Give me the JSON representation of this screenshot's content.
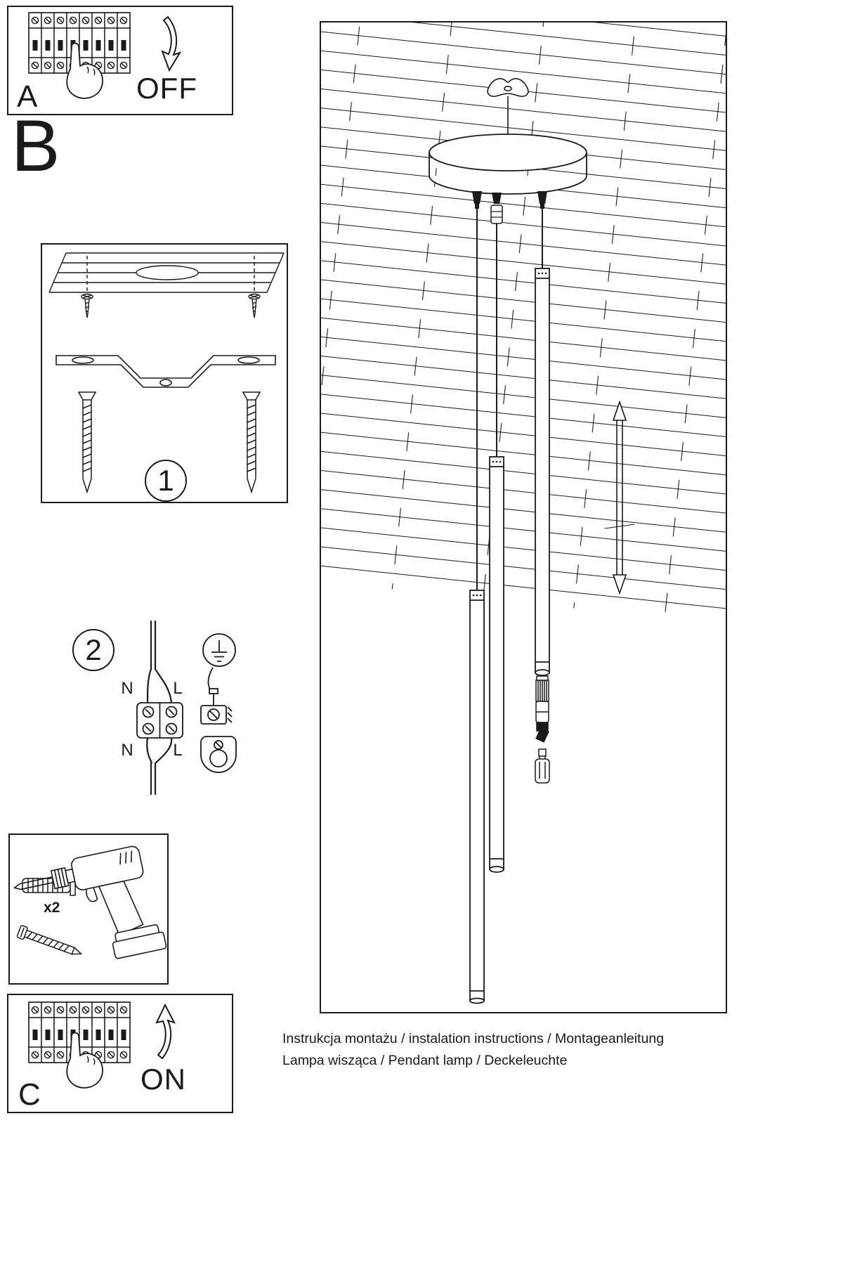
{
  "panel_a": {
    "letter": "A",
    "switch_state": "OFF"
  },
  "section_b": {
    "letter": "B"
  },
  "step1": {
    "number": "1"
  },
  "step2": {
    "number": "2",
    "labels": {
      "n_top": "N",
      "l_top": "L",
      "n_bottom": "N",
      "l_bottom": "L"
    }
  },
  "tools": {
    "anchors_quantity": "x2"
  },
  "panel_c": {
    "letter": "C",
    "switch_state": "ON"
  },
  "captions": {
    "line1": "Instrukcja montażu / instalation instructions / Montageanleitung",
    "line2": "Lampa wisząca / Pendant lamp / Deckeleuchte"
  },
  "colors": {
    "ink": "#1a1a1a",
    "paper": "#ffffff"
  },
  "icons": {
    "panel_a_arrow": "curved-arrow-down-icon",
    "panel_c_arrow": "curved-arrow-up-icon",
    "height_adjustment": "double-vertical-arrow-icon",
    "grounding": "earth-ground-symbol-icon",
    "hand": "pressing-hand-icon"
  }
}
